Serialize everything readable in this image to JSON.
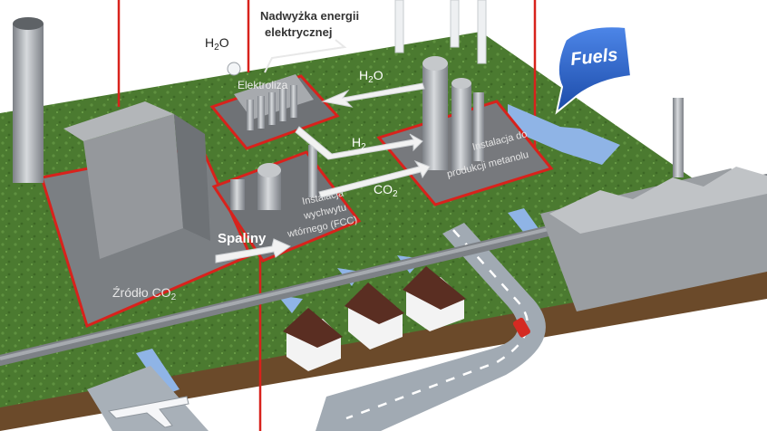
{
  "labels": {
    "surplus_line1": "Nadwyżka energii",
    "surplus_line2": "elektrycznej",
    "h2o_top": "H",
    "h2o_top_sub": "2",
    "h2o_top_end": "O",
    "electrolysis": "Elektroliza",
    "h2o_flow": "H",
    "h2o_flow_sub": "2",
    "h2o_flow_end": "O",
    "h2_flow": "H",
    "h2_flow_sub": "2",
    "co2_flow": "CO",
    "co2_flow_sub": "2",
    "methanol_line1": "Instalacja do",
    "methanol_line2": "produkcji metanolu",
    "capture_line1": "Instalacja",
    "capture_line2": "wychwytu",
    "capture_line3": "wtórnego (FCC)",
    "flue_gas": "Spaliny",
    "co2_source": "Źródło CO",
    "co2_source_sub": "2",
    "fuels": "Fuels"
  },
  "colors": {
    "grass": "#4e7a32",
    "soil": "#6b4a2a",
    "outline_red": "#d8221c",
    "building_gray": "#8f9295",
    "pipe_white": "#f2f2f2",
    "flow_blue": "#8fb4e6",
    "fuels_blue": "#2d63c8",
    "roof_brown": "#5a2e22",
    "road": "#9aa3ad"
  }
}
